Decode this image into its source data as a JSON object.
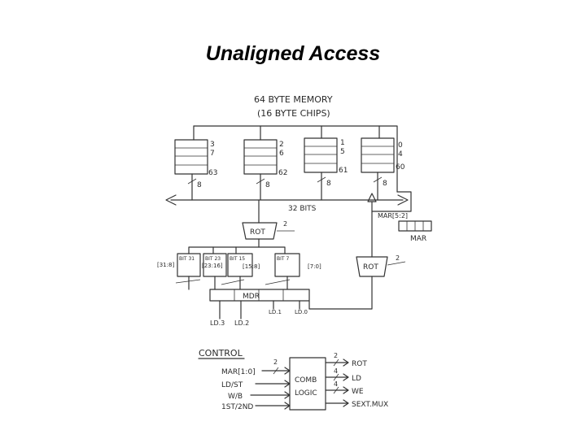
{
  "slide": {
    "title": "Unaligned Access"
  },
  "diagram": {
    "memory_title_1": "64 BYTE MEMORY",
    "memory_title_2": "(16 BYTE CHIPS)",
    "chips": [
      {
        "top_a": "3",
        "top_b": "7",
        "bottom": "63"
      },
      {
        "top_a": "2",
        "top_b": "6",
        "bottom": "62"
      },
      {
        "top_a": "1",
        "top_b": "5",
        "bottom": "61"
      },
      {
        "top_a": "0",
        "top_b": "4",
        "bottom": "60"
      }
    ],
    "chip_bus_width": "8",
    "bus_label": "32 BITS",
    "mar_label": "MAR",
    "mar_range": "MAR[5:2]",
    "rot_label": "ROT",
    "rot_ctrl": "2",
    "bit_labels": [
      "BIT 31",
      "BIT 23",
      "BIT 15",
      "BIT 7"
    ],
    "mux_sel": [
      "[31:8]",
      "[15:8]",
      "[7:0]"
    ],
    "mux_sel_b": "[23:16]",
    "mdr_label": "MDR",
    "ld_labels": [
      "LD.3",
      "LD.2",
      "LD.1",
      "LD.0"
    ],
    "control": {
      "heading": "CONTROL",
      "inputs": [
        "MAR[1:0]",
        "LD/ST",
        "W/B",
        "1ST/2ND"
      ],
      "input_width": "2",
      "logic_1": "COMB",
      "logic_2": "LOGIC",
      "outputs": [
        "ROT",
        "LD",
        "WE",
        "SEXT.MUX"
      ],
      "output_widths": [
        "2",
        "4",
        "4"
      ]
    }
  }
}
